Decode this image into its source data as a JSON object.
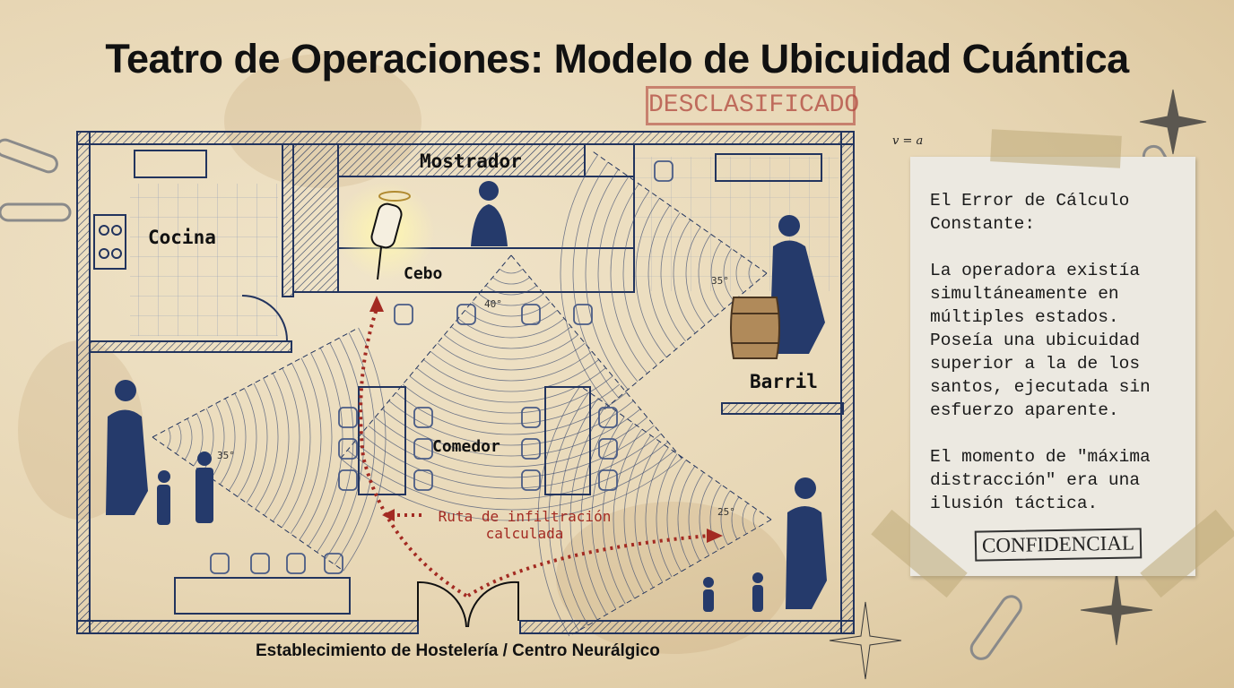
{
  "title": "Teatro de Operaciones: Modelo de Ubicuidad Cuántica",
  "stamp": "DESCLASIFICADO",
  "rooms": {
    "kitchen": "Cocina",
    "counter": "Mostrador",
    "bait": "Cebo",
    "dining": "Comedor",
    "barrel": "Barril"
  },
  "angles": [
    "40°",
    "35°",
    "35°",
    "25°"
  ],
  "route_label": [
    "Ruta de infiltración",
    "calculada"
  ],
  "caption": "Establecimiento de Hostelería / Centro Neurálgico",
  "note": {
    "heading": "El Error de Cálculo Constante:",
    "body": "La operadora existía simultáneamente en múltiples estados. Poseía una ubicuidad superior a la de los santos, ejecutada sin esfuerzo aparente.",
    "closing": "El momento de \"máxima distracción\" era una ilusión táctica.",
    "stamp": "CONFIDENCIAL"
  },
  "margin_formula": "v = a",
  "colors": {
    "ink": "#22345e",
    "route": "#a32a22",
    "paper": "#e7d6b4"
  }
}
